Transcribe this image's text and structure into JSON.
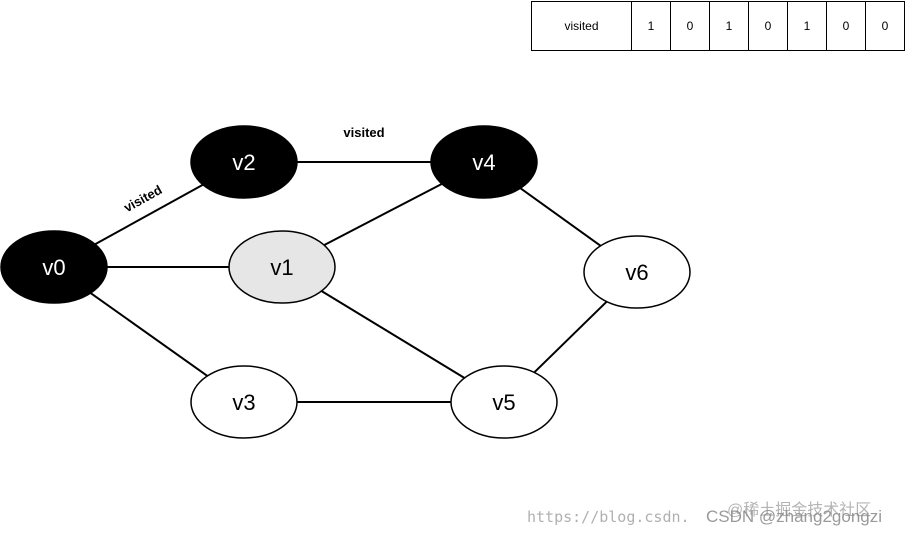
{
  "visited_table": {
    "header": "visited",
    "values": [
      "1",
      "0",
      "1",
      "0",
      "1",
      "0",
      "0"
    ]
  },
  "graph": {
    "nodes": [
      {
        "id": "v0",
        "label": "v0",
        "state": "visited"
      },
      {
        "id": "v1",
        "label": "v1",
        "state": "current"
      },
      {
        "id": "v2",
        "label": "v2",
        "state": "visited"
      },
      {
        "id": "v3",
        "label": "v3",
        "state": "unvisited"
      },
      {
        "id": "v4",
        "label": "v4",
        "state": "visited"
      },
      {
        "id": "v5",
        "label": "v5",
        "state": "unvisited"
      },
      {
        "id": "v6",
        "label": "v6",
        "state": "unvisited"
      }
    ],
    "edges": [
      {
        "from": "v0",
        "to": "v2",
        "label": "visited"
      },
      {
        "from": "v2",
        "to": "v4",
        "label": "visited"
      },
      {
        "from": "v0",
        "to": "v1",
        "label": ""
      },
      {
        "from": "v0",
        "to": "v3",
        "label": ""
      },
      {
        "from": "v1",
        "to": "v4",
        "label": ""
      },
      {
        "from": "v1",
        "to": "v5",
        "label": ""
      },
      {
        "from": "v3",
        "to": "v5",
        "label": ""
      },
      {
        "from": "v4",
        "to": "v6",
        "label": ""
      },
      {
        "from": "v5",
        "to": "v6",
        "label": ""
      }
    ]
  },
  "state_colors": {
    "visited": {
      "fill": "#000000",
      "text": "#ffffff"
    },
    "current": {
      "fill": "#e6e6e6",
      "text": "#000000"
    },
    "unvisited": {
      "fill": "#ffffff",
      "text": "#000000"
    }
  },
  "watermark": {
    "url": "https://blog.csdn.",
    "credit": "CSDN @zhang2gongzi",
    "site": "@稀土掘金技术社区"
  }
}
